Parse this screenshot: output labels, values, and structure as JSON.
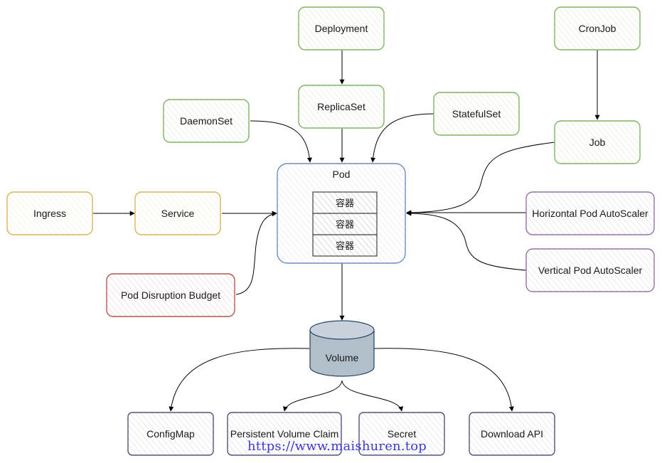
{
  "colors": {
    "green": "#82b366",
    "green_fill": "#d5e8d4",
    "yellow": "#d6b656",
    "yellow_fill": "#fff2cc",
    "purple": "#9673a6",
    "purple_fill": "#e1d5e7",
    "red": "#b85450",
    "red_fill": "#f8cecc",
    "blue": "#6c8ebf",
    "blue_fill": "#dae8fc",
    "navy": "#56517e",
    "navy_fill": "#d0cee2",
    "cylinder": "#b1bfcb",
    "cylinder_stroke": "#23445d"
  },
  "nodes": {
    "deployment": "Deployment",
    "cronjob": "CronJob",
    "replicaset": "ReplicaSet",
    "daemonset": "DaemonSet",
    "statefulset": "StatefulSet",
    "job": "Job",
    "pod": "Pod",
    "container_1": "容器",
    "container_2": "容器",
    "container_3": "容器",
    "ingress": "Ingress",
    "service": "Service",
    "hpa": "Horizontal Pod AutoScaler",
    "vpa": "Vertical Pod AutoScaler",
    "pdb": "Pod Disruption Budget",
    "volume": "Volume",
    "configmap": "ConfigMap",
    "pvc": "Persistent Volume Claim",
    "secret": "Secret",
    "download_api": "Download API"
  },
  "watermark": "https://www.maishuren.top"
}
